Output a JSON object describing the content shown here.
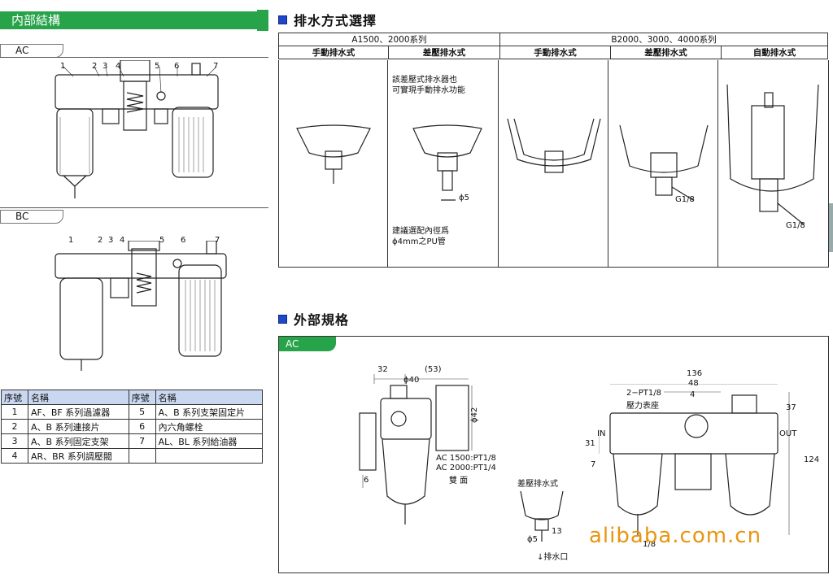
{
  "left": {
    "title": "内部結構",
    "ac_label": "AC",
    "bc_label": "BC",
    "ac_callouts": [
      "1",
      "2",
      "3",
      "4",
      "5",
      "6",
      "7"
    ],
    "bc_callouts": [
      "1",
      "2",
      "3",
      "4",
      "5",
      "6",
      "7"
    ],
    "parts_table": {
      "headers": [
        "序號",
        "名稱",
        "序號",
        "名稱"
      ],
      "rows": [
        [
          "1",
          "AF、BF 系列過濾器",
          "5",
          "A、B 系列支架固定片"
        ],
        [
          "2",
          "A、B 系列連接片",
          "6",
          "內六角螺栓"
        ],
        [
          "3",
          "A、B 系列固定支架",
          "7",
          "AL、BL 系列給油器"
        ],
        [
          "4",
          "AR、BR 系列調壓閥",
          "",
          ""
        ]
      ]
    }
  },
  "drain": {
    "title": "排水方式選擇",
    "groups": [
      "A1500、2000系列",
      "B2000、3000、4000系列"
    ],
    "cols": [
      "手動排水式",
      "差壓排水式",
      "手動排水式",
      "差壓排水式",
      "自動排水式"
    ],
    "note_top": [
      "該差壓式排水器也",
      "可實現手動排水功能"
    ],
    "note_bottom": [
      "建議選配內徑爲",
      "ϕ4mm之PU管"
    ],
    "phi5": "ϕ5",
    "g18_a": "G1/8",
    "g18_b": "G1/8"
  },
  "external": {
    "title": "外部規格",
    "tab": "AC",
    "dims_left": {
      "d32": "32",
      "d53": "(53)",
      "phi40": "ϕ40",
      "phi42": "ϕ42",
      "d6": "6",
      "port1": "AC 1500:PT1/8",
      "port2": "AC 2000:PT1/4",
      "port3": "雙  面"
    },
    "diff_label": "差壓排水式",
    "diff_phi5": "ϕ5",
    "diff_13": "13",
    "drain_port": "排水口",
    "dims_right": {
      "d136": "136",
      "d48": "48",
      "d4": "4",
      "pt": "2−PT1/8",
      "gauge": "壓力表座",
      "d37": "37",
      "d31": "31",
      "d7": "7",
      "d124": "124",
      "in": "IN",
      "out": "OUT",
      "g18": "1/8"
    }
  },
  "watermark": "alibaba.com.cn"
}
